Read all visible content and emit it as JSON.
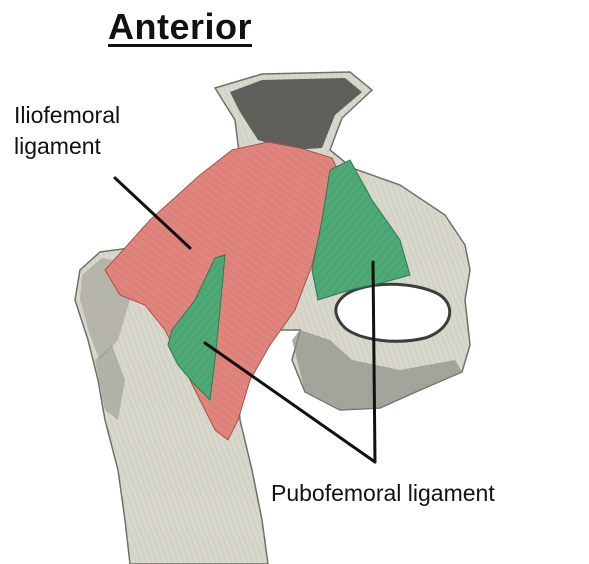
{
  "title": "Anterior",
  "labels": {
    "iliofemoral_line1": "Iliofemoral",
    "iliofemoral_line2": "ligament",
    "pubofemoral": "Pubofemoral ligament"
  },
  "colors": {
    "bone": "#d8d7cc",
    "bone_shadow": "#8f8f87",
    "bone_dark": "#3c3c3a",
    "iliofemoral": "#e0857e",
    "pubofemoral": "#4fa976",
    "leader": "#111111"
  }
}
